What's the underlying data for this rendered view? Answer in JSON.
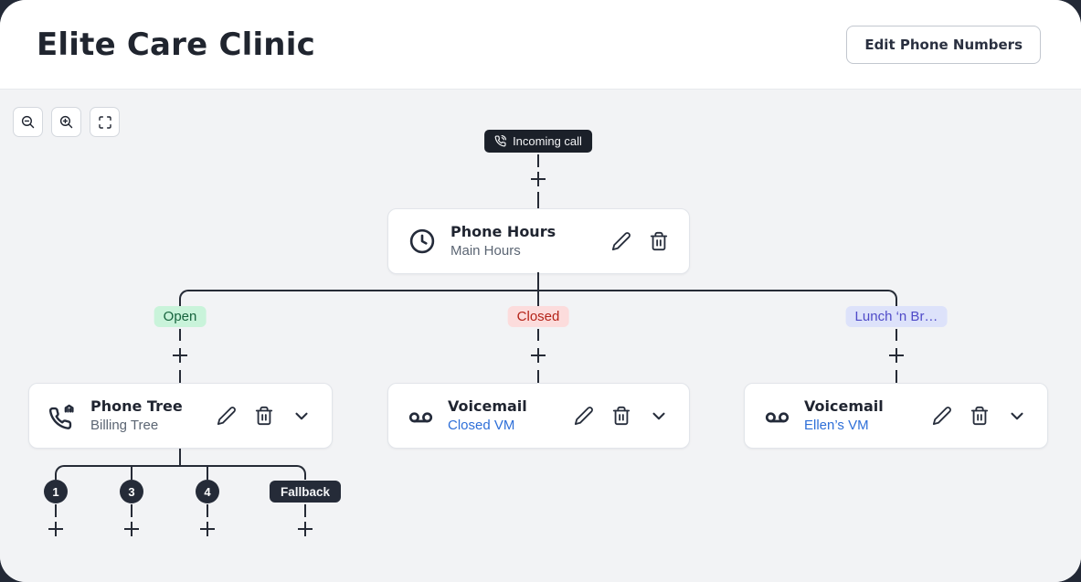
{
  "header": {
    "title": "Elite Care Clinic",
    "edit_phone_numbers_button": "Edit Phone Numbers"
  },
  "toolbar": {
    "buttons": [
      {
        "icon": "zoom-out-icon"
      },
      {
        "icon": "zoom-in-icon"
      },
      {
        "icon": "fit-view-icon"
      }
    ]
  },
  "flow": {
    "incoming_call": {
      "label": "Incoming call",
      "icon": "phone-call-icon"
    },
    "phone_hours": {
      "title": "Phone Hours",
      "subtitle": "Main Hours",
      "icon": "clock-icon"
    },
    "branch_labels": [
      {
        "label": "Open",
        "bg": "#c9f3da",
        "text_color": "#17643e"
      },
      {
        "label": "Closed",
        "bg": "#fcdcdc",
        "text_color": "#b42318"
      },
      {
        "label": "Lunch ‘n Br…",
        "bg": "#dde2fa",
        "text_color": "#4f4ac8"
      }
    ],
    "nodes": [
      {
        "icon": "phone-tree-icon",
        "title": "Phone Tree",
        "subtitle": "Billing Tree",
        "subtitle_color": "#5b6573"
      },
      {
        "icon": "voicemail-icon",
        "title": "Voicemail",
        "subtitle": "Closed VM",
        "subtitle_color": "#2e6fd8"
      },
      {
        "icon": "voicemail-icon",
        "title": "Voicemail",
        "subtitle": "Ellen’s VM",
        "subtitle_color": "#2e6fd8"
      }
    ],
    "phone_tree_options": [
      {
        "label": "1"
      },
      {
        "label": "3"
      },
      {
        "label": "4"
      },
      {
        "label": "Fallback"
      }
    ]
  },
  "colors": {
    "outer_background": "#232936",
    "canvas_background": "#f2f3f5",
    "dark_node": "#1b2029",
    "connector": "#262b36",
    "link_blue": "#2e6fd8"
  }
}
